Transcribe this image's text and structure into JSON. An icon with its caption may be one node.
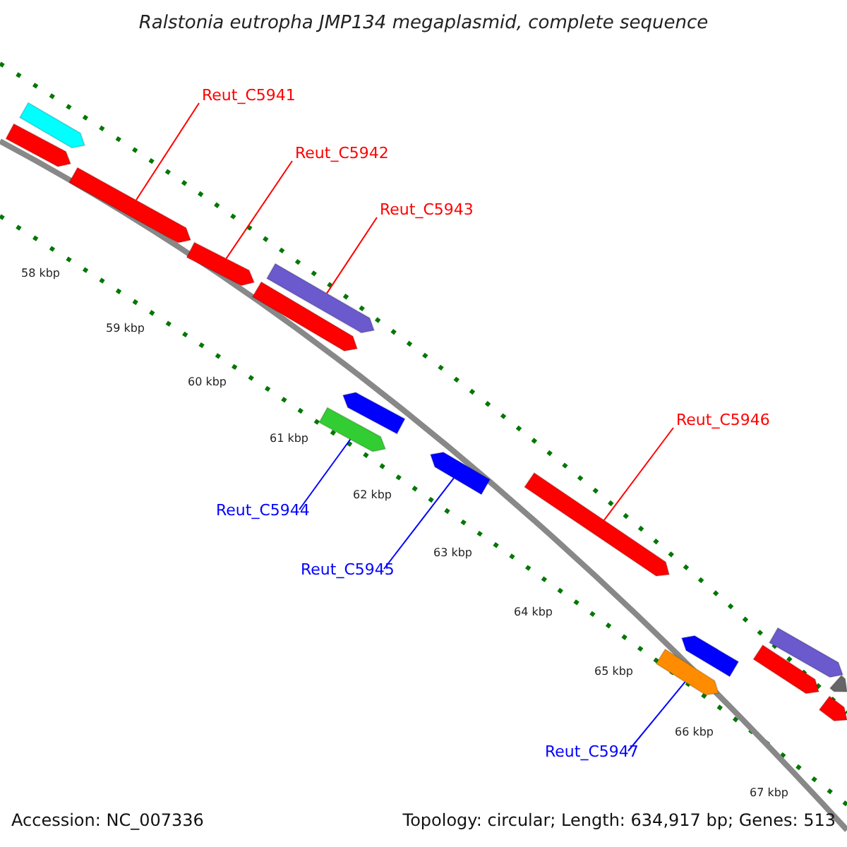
{
  "diagram": {
    "title": "Ralstonia eutropha JMP134 megaplasmid, complete sequence",
    "nodes": [
      {
        "text": [
          "Reut_C5941"
        ]
      },
      {
        "text": [
          "Reut_C5942"
        ]
      },
      {
        "text": [
          "Reut_C5943"
        ]
      },
      {
        "text": [
          "Reut_C5944"
        ]
      },
      {
        "text": [
          "Reut_C5945"
        ]
      },
      {
        "text": [
          "Reut_C5946"
        ]
      },
      {
        "text": [
          "Reut_C5947"
        ]
      },
      {
        "text": [],
        "shape": "bar"
      },
      {
        "text": [],
        "shape": "bar"
      },
      {
        "text": [],
        "shape": "bar"
      },
      {
        "text": [],
        "shape": "bar"
      },
      {
        "text": [],
        "shape": "bar"
      },
      {
        "text": [],
        "shape": "bar"
      },
      {
        "text": [],
        "shape": "bar"
      },
      {
        "text": [],
        "shape": "bar"
      },
      {
        "text": [],
        "shape": "bar"
      },
      {
        "text": [],
        "shape": "bar"
      },
      {
        "text": [],
        "shape": "bar"
      },
      {
        "text": [],
        "shape": "bar"
      },
      {
        "text": [],
        "shape": "bar"
      },
      {
        "text": [],
        "shape": "bar"
      },
      {
        "text": [],
        "shape": "bar"
      },
      {
        "text": [],
        "shape": "bar"
      }
    ],
    "edges": [
      {
        "from": 0,
        "to": 7,
        "arrow": "none"
      },
      {
        "from": 1,
        "to": 8,
        "arrow": "none"
      },
      {
        "from": 2,
        "to": 9,
        "arrow": "none"
      },
      {
        "from": 3,
        "to": 10,
        "arrow": "none",
        "color": "#0000ff"
      },
      {
        "from": 4,
        "to": 11,
        "arrow": "none",
        "color": "#0000ff"
      },
      {
        "from": 5,
        "to": 12,
        "arrow": "none"
      },
      {
        "from": 6,
        "to": 13,
        "arrow": "none",
        "color": "#0000ff"
      }
    ],
    "labels": [
      "58 kbp",
      "59 kbp",
      "60 kbp",
      "61 kbp",
      "62 kbp",
      "63 kbp",
      "64 kbp",
      "65 kbp",
      "66 kbp",
      "67 kbp",
      "Accession: NC_007336",
      "Topology: circular; Length: 634,917 bp; Genes: 513"
    ]
  }
}
